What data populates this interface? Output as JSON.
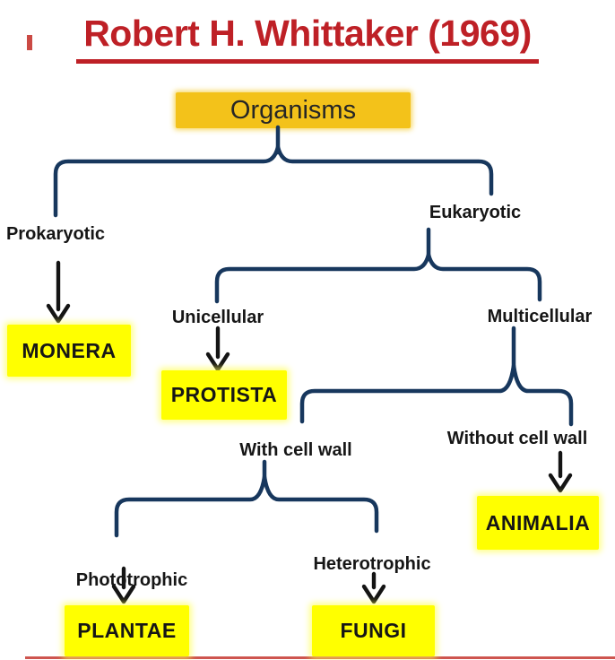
{
  "title": {
    "text": "Robert H. Whittaker (1969)"
  },
  "tree": {
    "root": "Organisms",
    "children": [
      {
        "label": "Prokaryotic",
        "kingdom": "MONERA"
      },
      {
        "label": "Eukaryotic",
        "children": [
          {
            "label": "Unicellular",
            "kingdom": "PROTISTA"
          },
          {
            "label": "Multicellular",
            "children": [
              {
                "label": "With cell wall",
                "children": [
                  {
                    "label": "Phototrophic",
                    "kingdom": "PLANTAE"
                  },
                  {
                    "label": "Heterotrophic",
                    "kingdom": "FUNGI"
                  }
                ]
              },
              {
                "label": "Without cell wall",
                "kingdom": "ANIMALIA"
              }
            ]
          }
        ]
      }
    ]
  },
  "colors": {
    "title_red": "#BE2026",
    "accent_red": "#C22A23",
    "brace_navy": "#17375D",
    "arrow_black": "#141414",
    "root_gold": "#F3C21A",
    "kingdom_yellow": "#FFFF00",
    "text_dark": "#161616"
  }
}
